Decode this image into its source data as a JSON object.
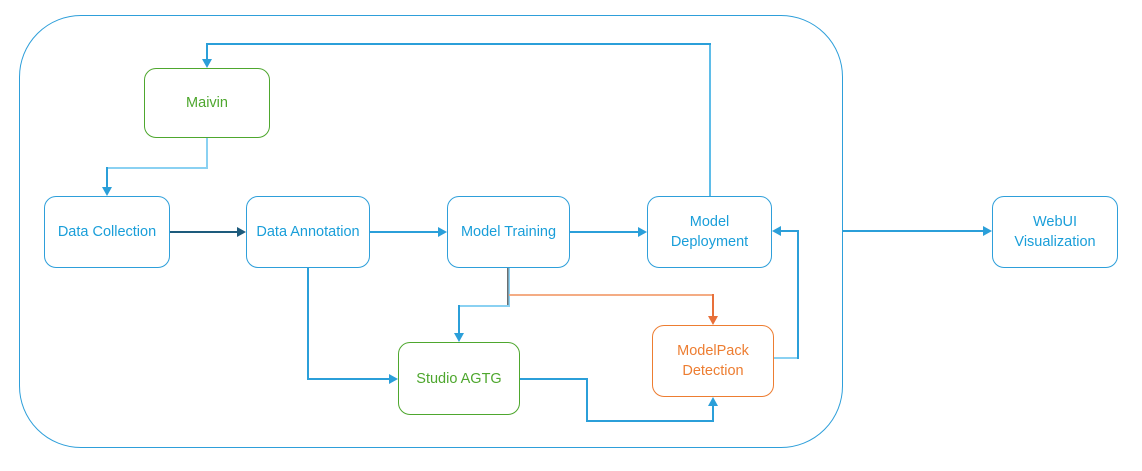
{
  "diagram": {
    "title": "ML pipeline flow diagram",
    "palette": {
      "blue": "#2e9fda",
      "blue_text": "#199ed9",
      "medium_blue_line": "#2b9fd9",
      "light_blue_line": "#8ad1f2",
      "dark_blue_line": "#1d5b7c",
      "green": "#4ea72e",
      "orange": "#ed7d31",
      "light_orange_line": "#f4ac84",
      "background": "#ffffff"
    },
    "container": {
      "name": "pipeline-container",
      "shape": "rounded-rectangle",
      "border_color": "#2e9fda"
    },
    "nodes": {
      "maivin": {
        "label": "Maivin",
        "color": "#4ea72e",
        "inside_container": true
      },
      "data_collection": {
        "label": "Data Collection",
        "color": "#199ed9",
        "inside_container": true
      },
      "data_annotation": {
        "label": "Data Annotation",
        "color": "#199ed9",
        "inside_container": true
      },
      "model_training": {
        "label": "Model Training",
        "color": "#199ed9",
        "inside_container": true
      },
      "model_deployment": {
        "label": "Model Deployment",
        "color": "#199ed9",
        "inside_container": true
      },
      "studio_agtg": {
        "label": "Studio AGTG",
        "color": "#4ea72e",
        "inside_container": true
      },
      "modelpack_detection": {
        "label": "ModelPack Detection",
        "color": "#ed7d31",
        "inside_container": true
      },
      "webui_visualization": {
        "label": "WebUI Visualization",
        "color": "#199ed9",
        "inside_container": false
      }
    },
    "edges": [
      {
        "from": "model_deployment",
        "to": "maivin",
        "color": "blue"
      },
      {
        "from": "maivin",
        "to": "data_collection",
        "color": "blue"
      },
      {
        "from": "data_collection",
        "to": "data_annotation",
        "color": "dark_blue"
      },
      {
        "from": "data_annotation",
        "to": "model_training",
        "color": "blue"
      },
      {
        "from": "model_training",
        "to": "model_deployment",
        "color": "blue"
      },
      {
        "from": "data_annotation",
        "to": "studio_agtg",
        "color": "blue"
      },
      {
        "from": "model_training",
        "to": "studio_agtg",
        "color": "blue"
      },
      {
        "from": "model_training",
        "to": "modelpack_detection",
        "color": "orange"
      },
      {
        "from": "studio_agtg",
        "to": "modelpack_detection",
        "color": "blue"
      },
      {
        "from": "modelpack_detection",
        "to": "model_deployment",
        "color": "blue"
      },
      {
        "from": "pipeline_container",
        "to": "webui_visualization",
        "color": "blue"
      }
    ]
  }
}
